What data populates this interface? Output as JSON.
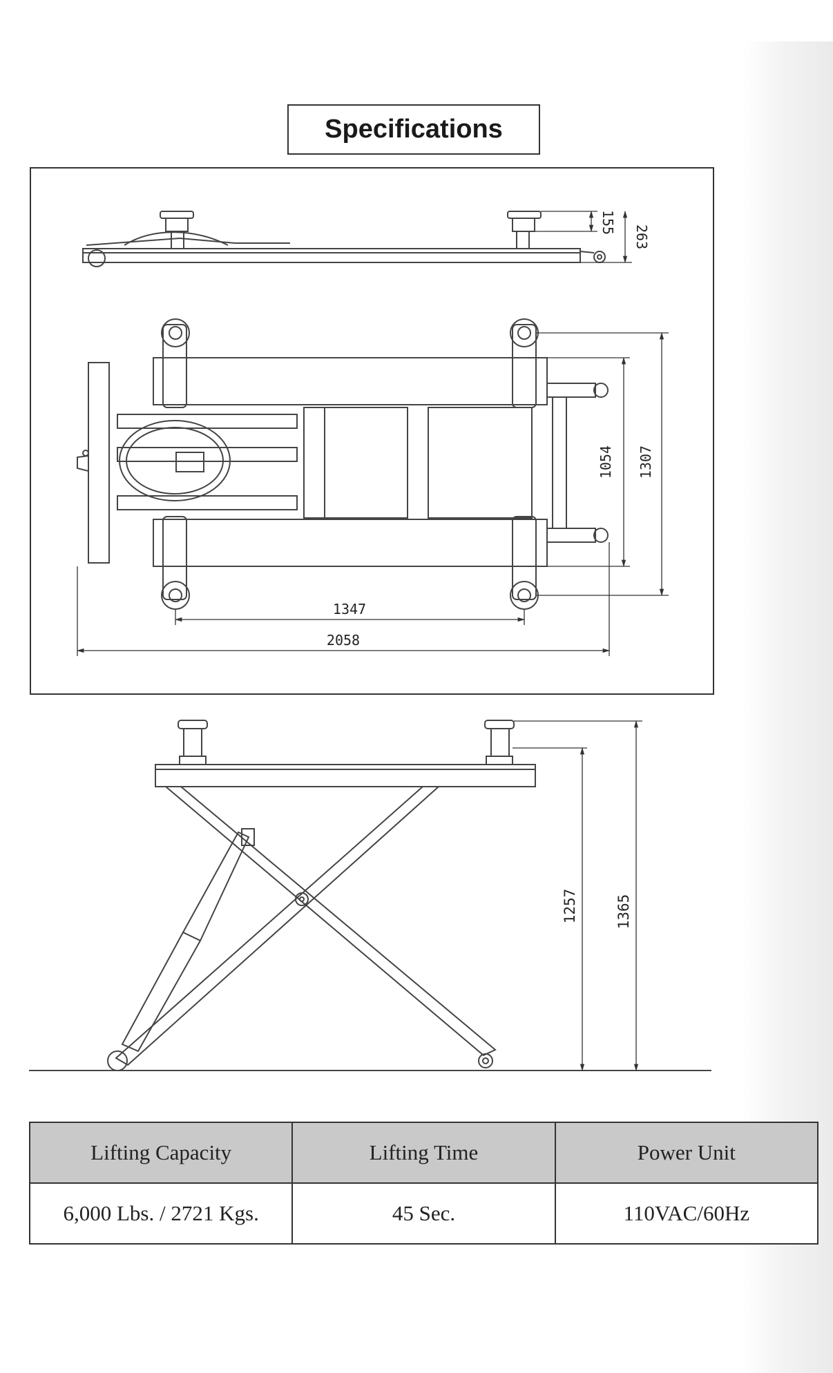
{
  "title": "Specifications",
  "dimensions": {
    "top_view_height_a": "155",
    "top_view_height_b": "263",
    "plan_inner_width": "1054",
    "plan_outer_width": "1307",
    "plan_pad_spacing": "1347",
    "plan_overall_length": "2058",
    "raised_platform_height": "1257",
    "raised_total_height": "1365"
  },
  "spec_table": {
    "headers": [
      "Lifting Capacity",
      "Lifting Time",
      "Power Unit"
    ],
    "values": [
      "6,000 Lbs. / 2721 Kgs.",
      "45 Sec.",
      "110VAC/60Hz"
    ]
  },
  "colors": {
    "line": "#333333",
    "header_bg": "#c9c9c9"
  }
}
